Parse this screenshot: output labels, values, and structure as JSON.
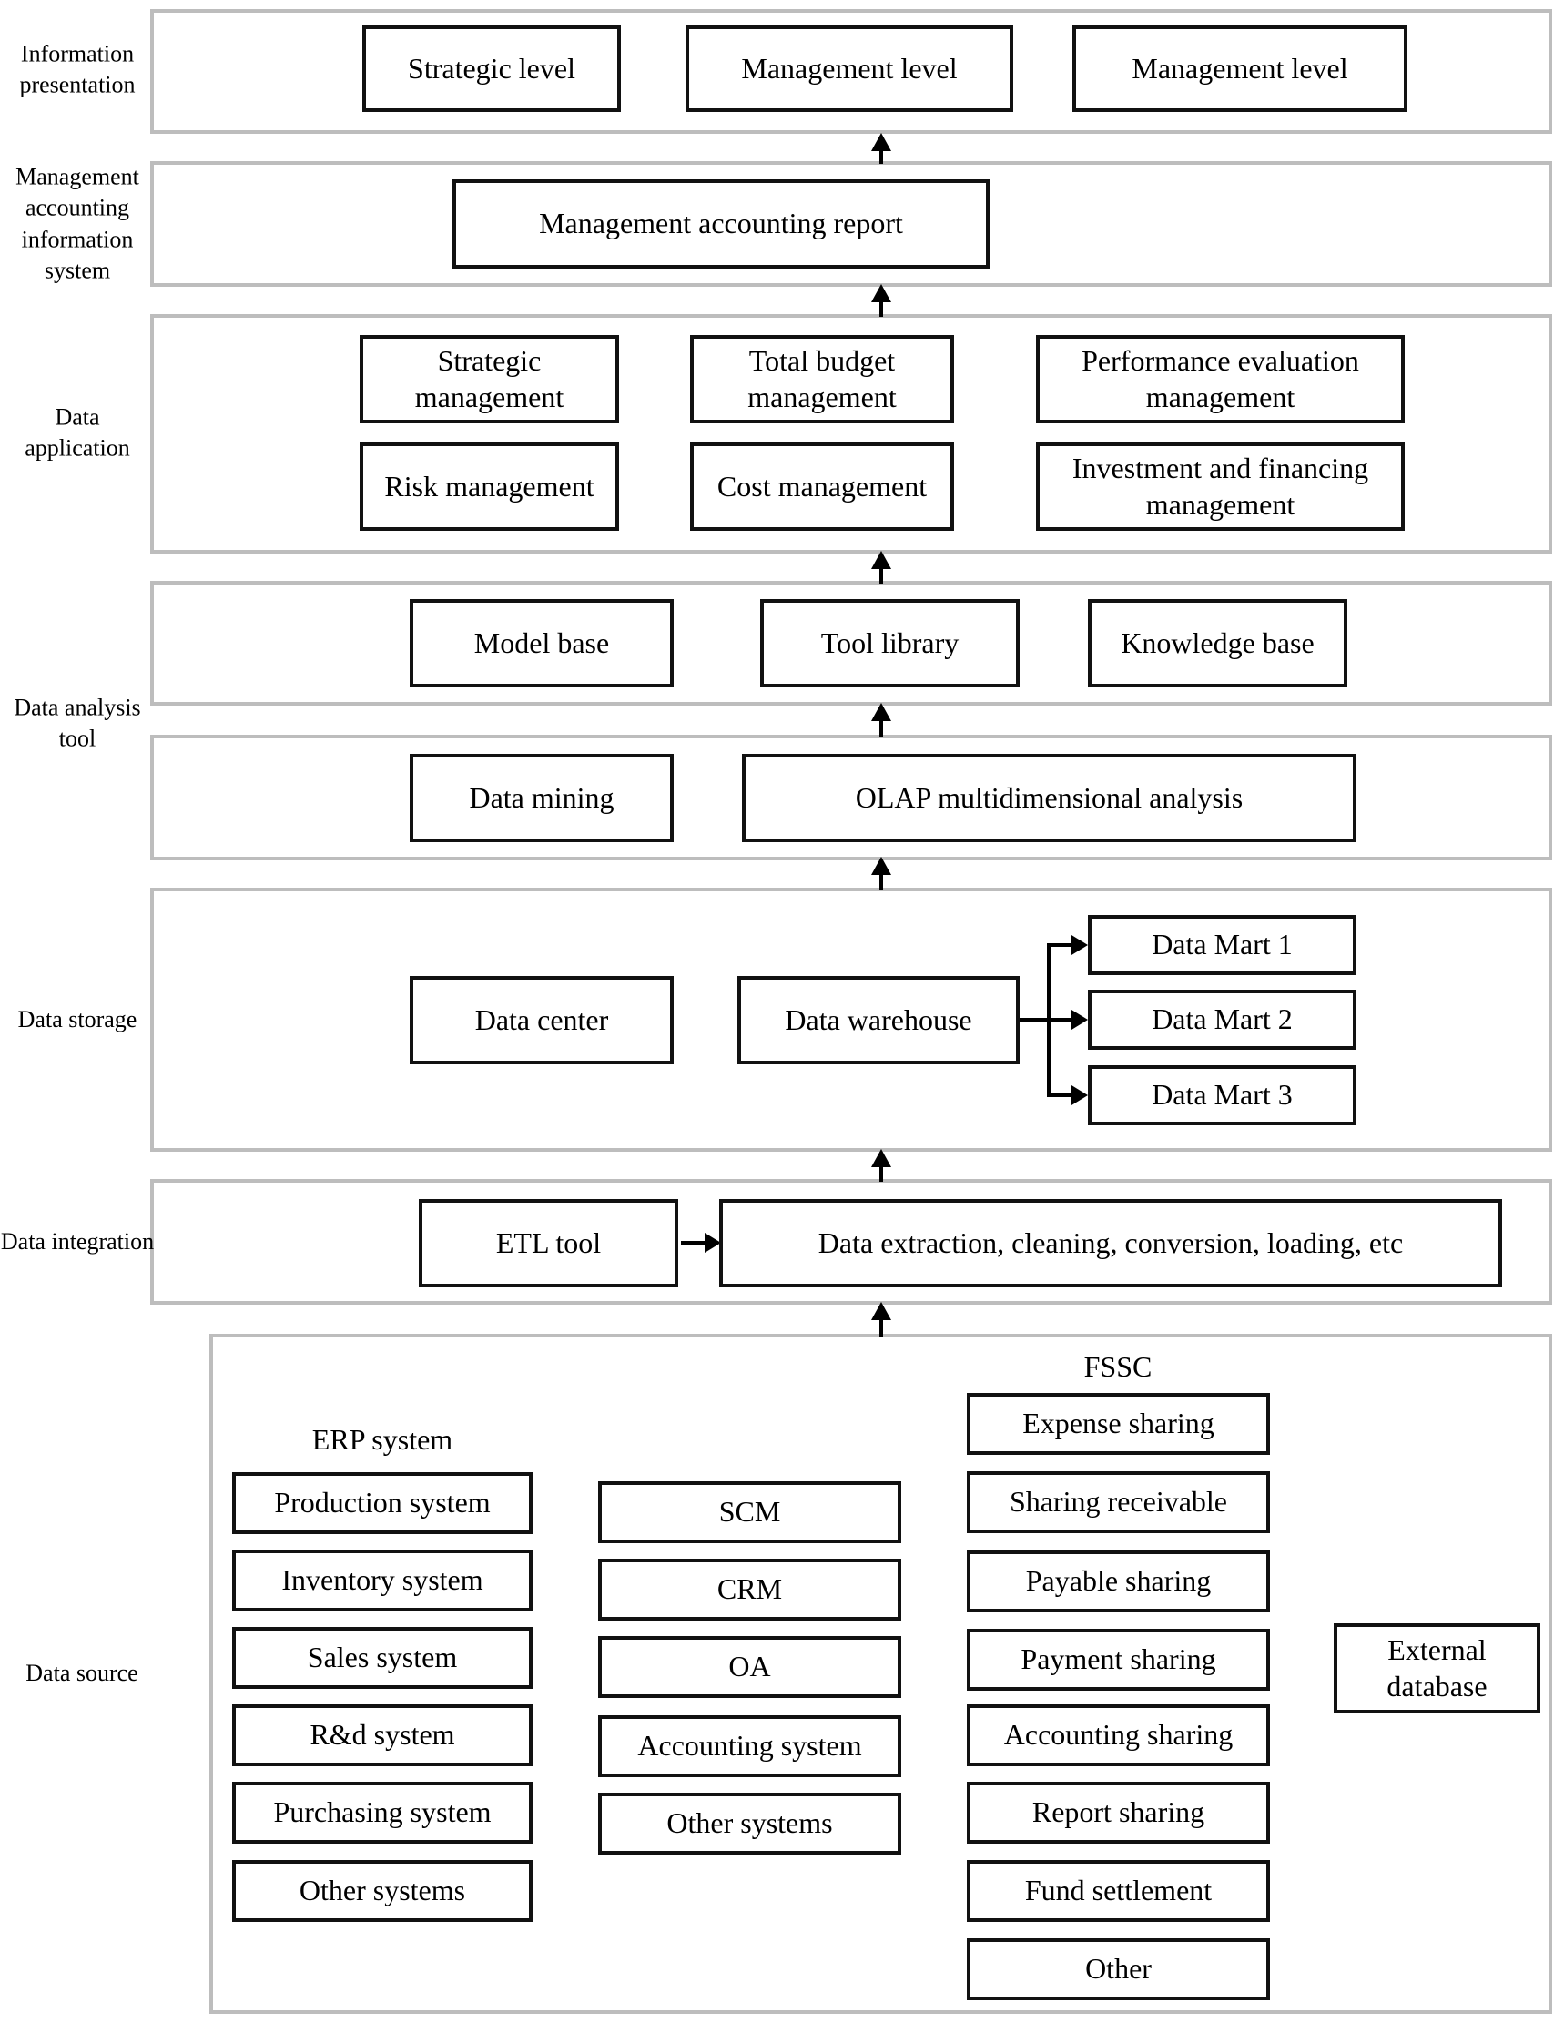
{
  "labels": {
    "presentation": "Information presentation",
    "mais": "Management accounting information system",
    "application": "Data application",
    "analysis": "Data analysis tool",
    "storage": "Data storage",
    "integration": "Data integration",
    "source": "Data source"
  },
  "presentation": {
    "boxes": [
      "Strategic level",
      "Management level",
      "Management level"
    ]
  },
  "mais": {
    "report": "Management accounting report"
  },
  "application": {
    "boxes": [
      "Strategic management",
      "Total budget management",
      "Performance evaluation management",
      "Risk management",
      "Cost management",
      "Investment and financing management"
    ]
  },
  "analysis": {
    "bases": [
      "Model base",
      "Tool library",
      "Knowledge base"
    ],
    "tools": [
      "Data mining",
      "OLAP multidimensional analysis"
    ]
  },
  "storage": {
    "data_center": "Data center",
    "data_warehouse": "Data warehouse",
    "marts": [
      "Data Mart 1",
      "Data Mart 2",
      "Data Mart 3"
    ]
  },
  "integration": {
    "etl": "ETL tool",
    "process": "Data extraction, cleaning, conversion, loading, etc"
  },
  "source": {
    "erp_title": "ERP system",
    "erp": [
      "Production system",
      "Inventory system",
      "Sales system",
      "R&d system",
      "Purchasing system",
      "Other systems"
    ],
    "middle": [
      "SCM",
      "CRM",
      "OA",
      "Accounting system",
      "Other systems"
    ],
    "fssc_title": "FSSC",
    "fssc": [
      "Expense sharing",
      "Sharing receivable",
      "Payable sharing",
      "Payment sharing",
      "Accounting sharing",
      "Report sharing",
      "Fund settlement",
      "Other"
    ],
    "external": "External database"
  },
  "colors": {
    "panel_border": "#bdbdbd",
    "box_border": "#111111",
    "background": "#ffffff",
    "text": "#000000"
  }
}
